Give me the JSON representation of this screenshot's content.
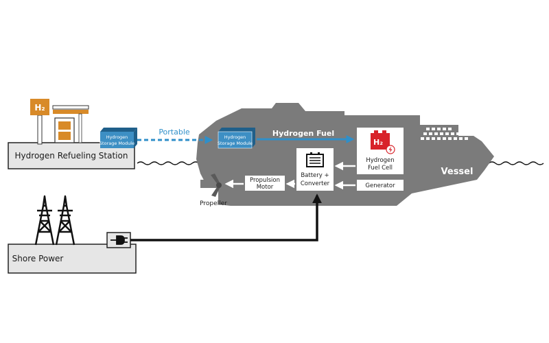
{
  "refueling_station": {
    "label": "Hydrogen Refueling Station",
    "sign_text": "H₂"
  },
  "storage_module_left": {
    "line1": "Hydrogen",
    "line2": "Storage Module"
  },
  "storage_module_ship": {
    "line1": "Hydrogen",
    "line2": "Storage Module"
  },
  "portable_label": "Portable",
  "hydrogen_fuel_label": "Hydrogen Fuel",
  "fuel_cell": {
    "line1": "Hydrogen",
    "line2": "Fuel Cell",
    "icon_text": "H₂"
  },
  "battery": {
    "line1": "Battery +",
    "line2": "Converter"
  },
  "generator_label": "Generator",
  "propulsion": {
    "line1": "Propulsion",
    "line2": "Motor"
  },
  "propeller_label": "Propeller",
  "vessel_label": "Vessel",
  "shore_power_label": "Shore Power",
  "colors": {
    "ship": "#7b7b7b",
    "hydrogen_flow": "#2f8fc9",
    "module_fill": "#3d8fc4",
    "base_box": "#e6e6e6",
    "h2_sign": "#d88a28",
    "fuel_cell_icon": "#d8232a",
    "power_line": "#111111"
  }
}
